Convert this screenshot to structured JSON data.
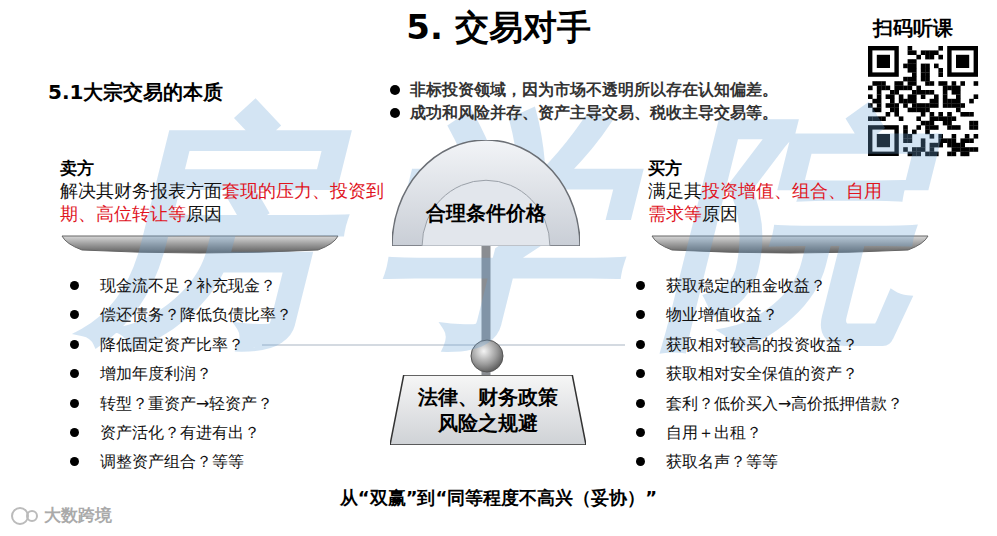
{
  "diagram": {
    "title": "5. 交易对手",
    "caption": "从“双赢”到“同等程度不高兴（妥协）”",
    "nodes": [
      {
        "text": [
          "合理条件价格"
        ]
      },
      {
        "text": [
          "法律、财务政策 风险之规避"
        ]
      }
    ],
    "edges": [
      {
        "from": 0,
        "to": 1,
        "arrow": "none"
      }
    ],
    "labels": [
      "扫码听课",
      "5.1大宗交易的本质",
      "非标投资领域，因为市场不透明所以存在认知偏差。",
      "成功和风险并存、资产主导交易、税收主导交易等。",
      "卖方",
      "解决其财务报表方面",
      "套现的压力、投资到期、高位转让等",
      "原因",
      "买方",
      "满足其",
      "投资增值、组合、自用需求等",
      "原因",
      "现金流不足？补充现金？",
      "偿还债务？降低负债比率？",
      "降低固定资产比率？",
      "增加年度利润？",
      "转型？重资产→轻资产？",
      "资产活化？有进有出？",
      "调整资产组合？等等",
      "获取稳定的租金收益？",
      "物业增值收益？",
      "获取相对较高的投资收益？",
      "获取相对安全保值的资产？",
      "套利？低价买入→高价抵押借款？",
      "自用＋出租？",
      "获取名声？等等",
      "房学院",
      "大数跨境"
    ]
  }
}
